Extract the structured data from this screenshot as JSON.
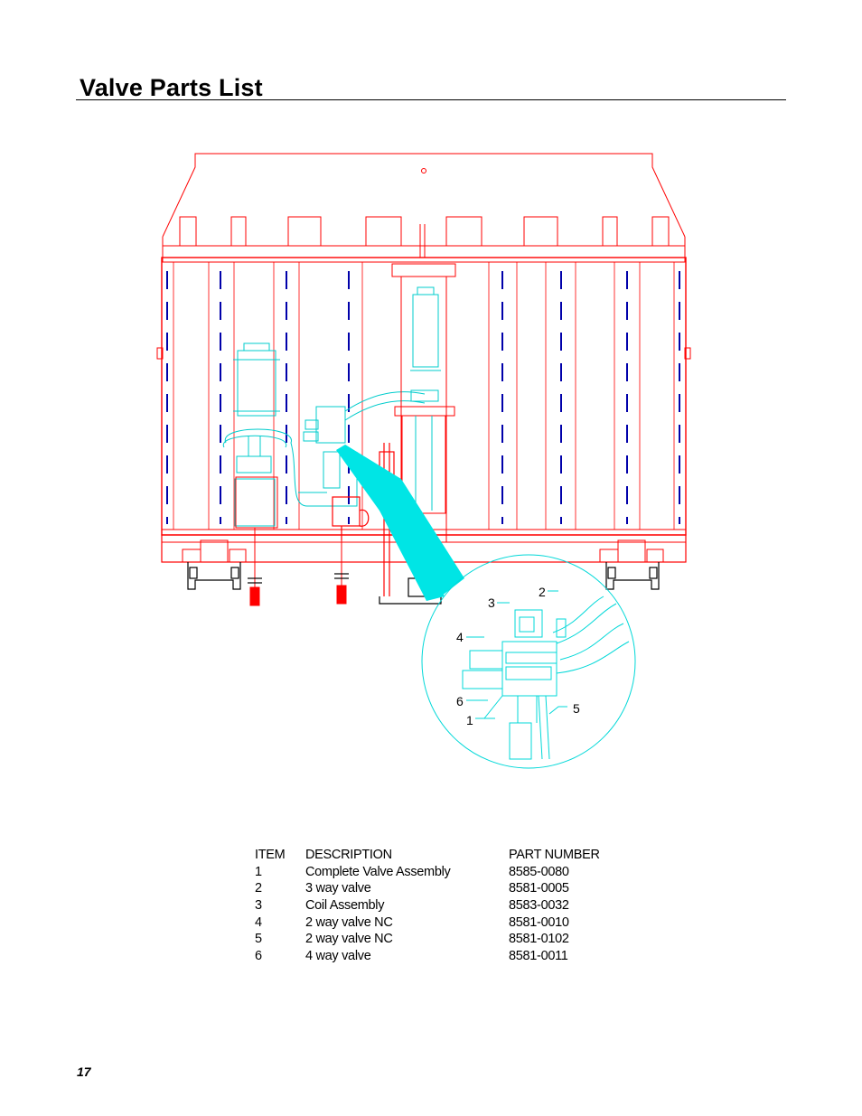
{
  "page": {
    "title": "Valve Parts List",
    "page_number": "17"
  },
  "diagram": {
    "callouts": [
      "1",
      "2",
      "3",
      "4",
      "5",
      "6"
    ],
    "colors": {
      "frame": "#ff0000",
      "detail": "#00d8d8",
      "slat": "#0000aa",
      "highlight": "#00e5e5"
    }
  },
  "parts_table": {
    "headers": {
      "item": "ITEM",
      "description": "DESCRIPTION",
      "part_number": "PART NUMBER"
    },
    "rows": [
      {
        "item": "1",
        "description": "Complete Valve Assembly",
        "part_number": "8585-0080"
      },
      {
        "item": "2",
        "description": "3 way valve",
        "part_number": "8581-0005"
      },
      {
        "item": "3",
        "description": "Coil Assembly",
        "part_number": "8583-0032"
      },
      {
        "item": "4",
        "description": "2 way valve NC",
        "part_number": "8581-0010"
      },
      {
        "item": "5",
        "description": "2 way valve NC",
        "part_number": "8581-0102"
      },
      {
        "item": "6",
        "description": "4 way valve",
        "part_number": "8581-0011"
      }
    ]
  }
}
